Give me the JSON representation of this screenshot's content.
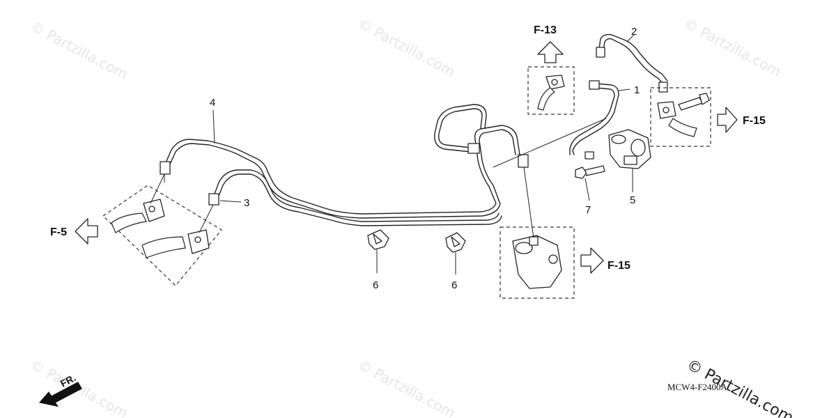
{
  "watermarks": [
    "© Partzilla.com",
    "© Partzilla.com",
    "© Partzilla.com",
    "© Partzilla.com",
    "© Partzilla.com"
  ],
  "corner_watermark": "© Partzilla.com",
  "callouts": [
    "1",
    "2",
    "3",
    "4",
    "5",
    "6",
    "6",
    "7"
  ],
  "references": [
    "F-13",
    "F-15",
    "F-15",
    "F-5"
  ],
  "front_label": "FR.",
  "diagram_code": "MCW4-F2400A"
}
